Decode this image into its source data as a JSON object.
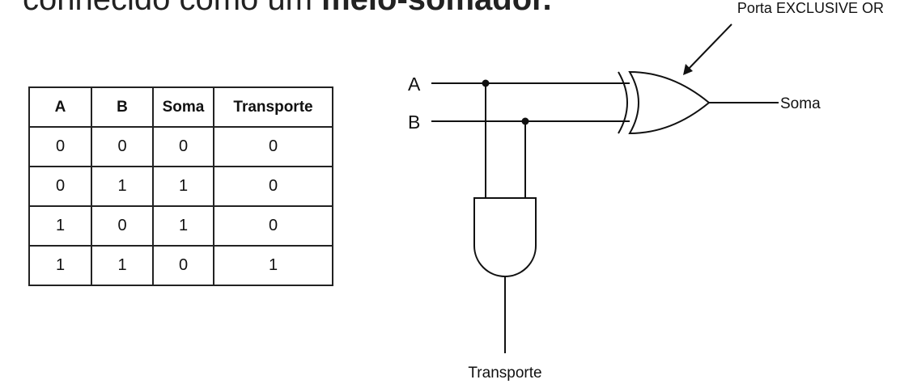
{
  "heading": {
    "prefix": "conhecido como um ",
    "emphasis": "meio-somador."
  },
  "truth_table": {
    "headers": [
      "A",
      "B",
      "Soma",
      "Transporte"
    ],
    "rows": [
      [
        "0",
        "0",
        "0",
        "0"
      ],
      [
        "0",
        "1",
        "1",
        "0"
      ],
      [
        "1",
        "0",
        "1",
        "0"
      ],
      [
        "1",
        "1",
        "0",
        "1"
      ]
    ]
  },
  "circuit": {
    "input_a": "A",
    "input_b": "B",
    "sum_output": "Soma",
    "carry_output": "Transporte",
    "xor_label": "Porta EXCLUSIVE OR"
  }
}
